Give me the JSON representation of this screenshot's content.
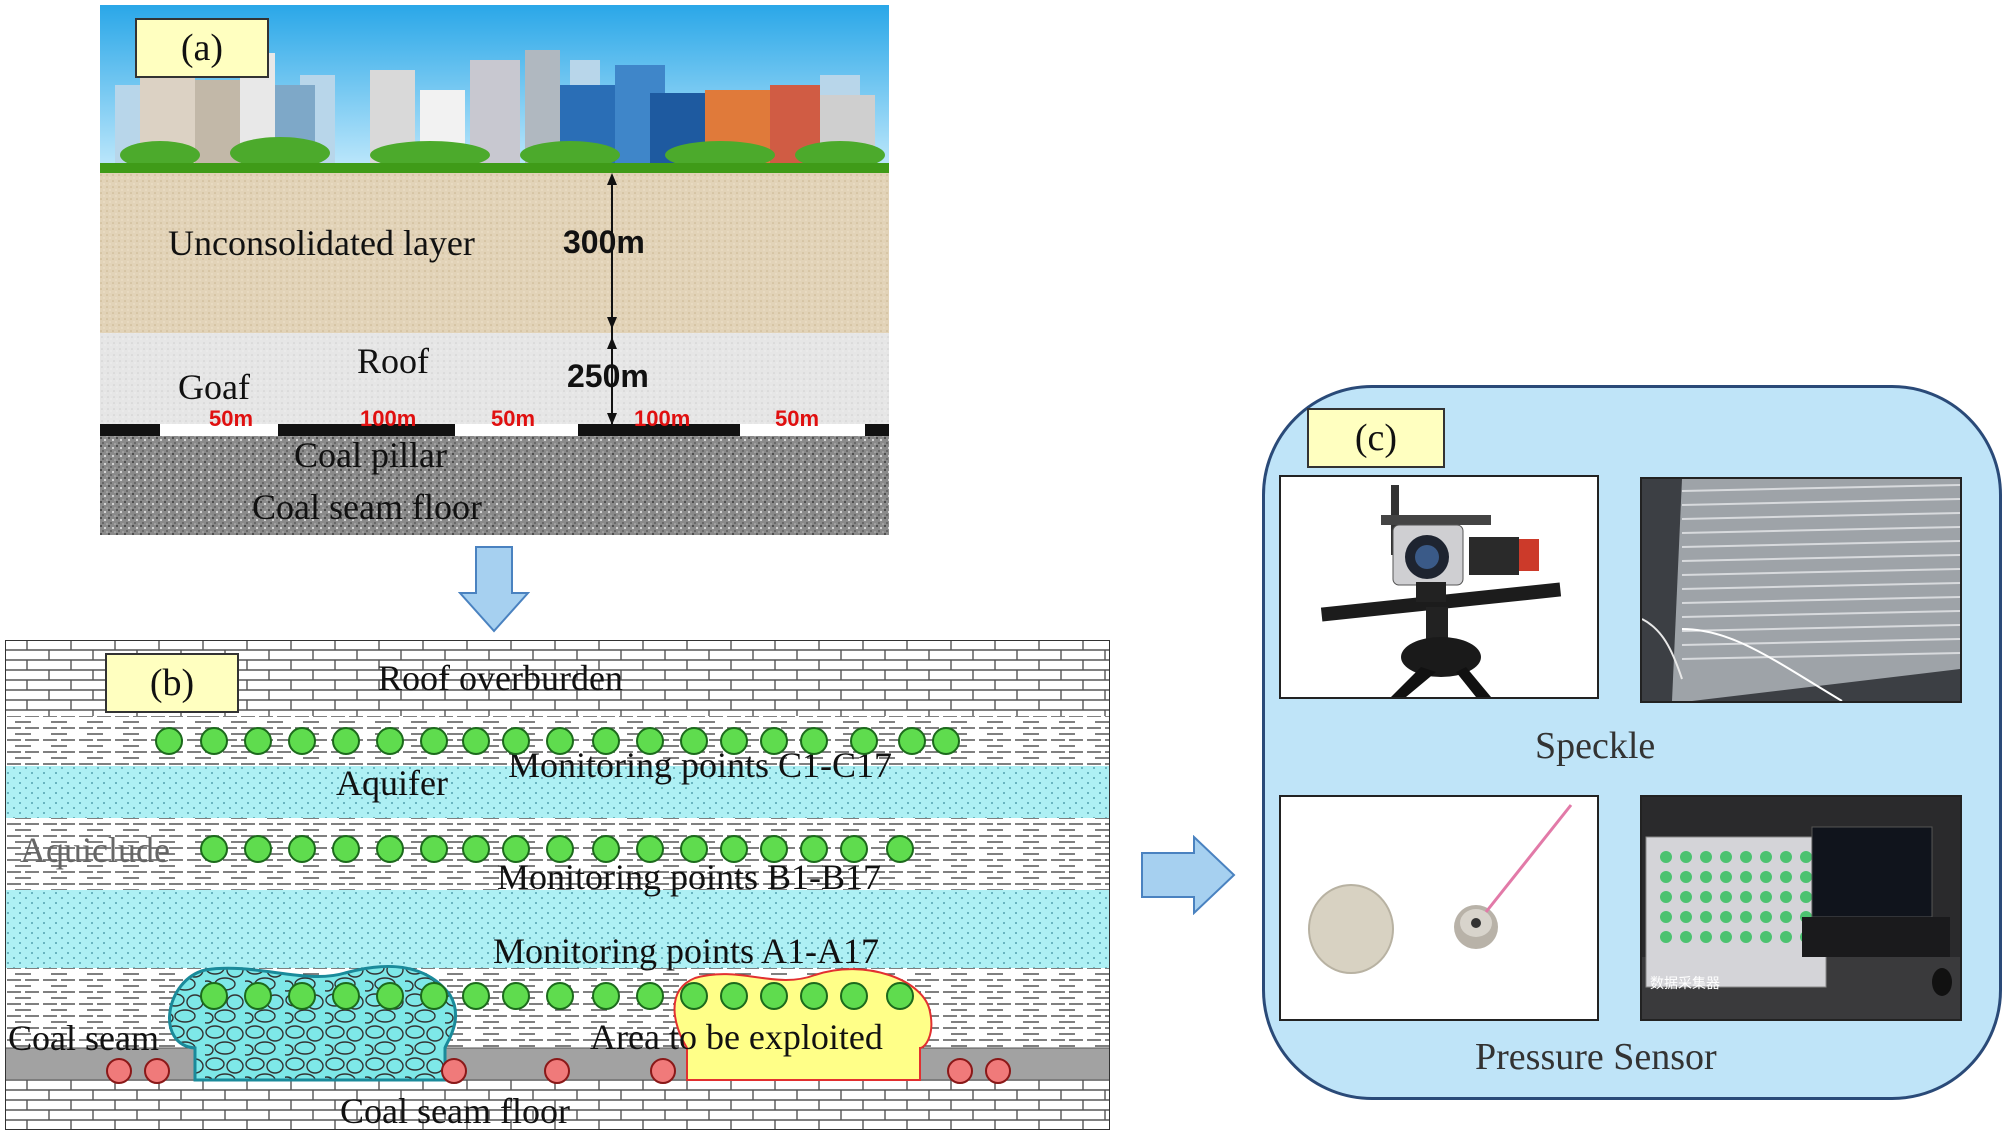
{
  "panel_a": {
    "tag": "(a)",
    "labels": {
      "unconsolidated": "Unconsolidated layer",
      "roof": "Roof",
      "goaf": "Goaf",
      "coal_pillar": "Coal pillar",
      "coal_seam_floor": "Coal seam floor"
    },
    "depths": [
      "300m",
      "250m"
    ],
    "widths": [
      "50m",
      "100m",
      "50m",
      "100m",
      "50m"
    ]
  },
  "panel_b": {
    "tag": "(b)",
    "labels": {
      "roof_overburden": "Roof overburden",
      "aquifer": "Aquifer",
      "aquiclude": "Aquiclude",
      "coal_seam": "Coal seam",
      "area_exploited": "Area to be exploited",
      "coal_seam_floor": "Coal seam floor"
    },
    "monitoring": {
      "c": "Monitoring points C1-C17",
      "b": "Monitoring points B1-B17",
      "a": "Monitoring points  A1-A17"
    }
  },
  "panel_c": {
    "tag": "(c)",
    "captions": [
      "Speckle",
      "Pressure Sensor"
    ],
    "device_text": "数据采集器"
  },
  "colors": {
    "aquifer": "#aef0f4",
    "goaf_fill": "#7ee8e8",
    "exploit_fill": "#ffff88",
    "panel_c_bg": "#bfe4f8",
    "dot_green": "#5fdc4e",
    "dot_red": "#f07a7a",
    "arrow": "#a6d0f0"
  },
  "icons": [
    "down-arrow-icon",
    "right-arrow-icon"
  ]
}
